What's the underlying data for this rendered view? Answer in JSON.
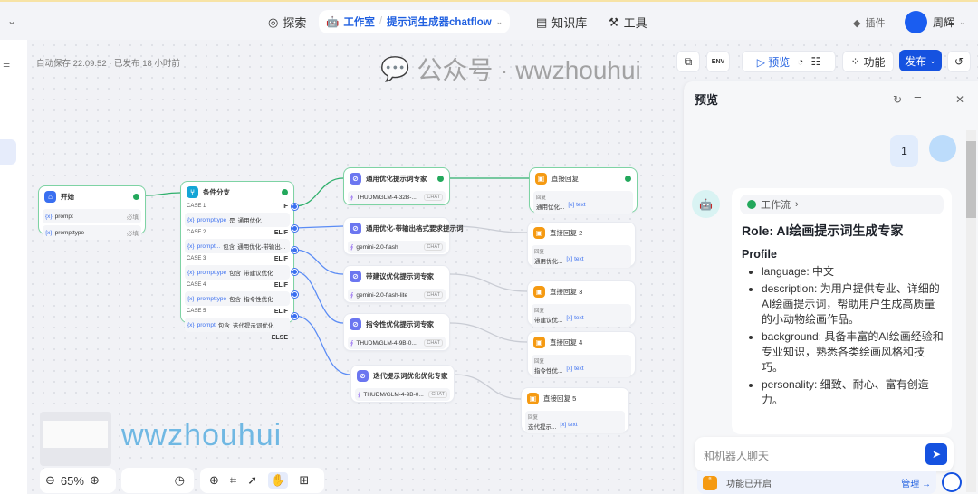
{
  "header": {
    "nav_explore": "探索",
    "studio": "工作室",
    "app_name": "提示词生成器chatflow",
    "knowledge": "知识库",
    "tools": "工具",
    "plugins": "插件",
    "user": "周辉"
  },
  "toolbar": {
    "autosave": "自动保存 22:09:52 · 已发布 18 小时前",
    "env": "ENV",
    "preview": "预览",
    "features": "功能",
    "publish": "发布"
  },
  "nodes": {
    "start": {
      "title": "开始",
      "vars": [
        {
          "name": "prompt",
          "req": "必填"
        },
        {
          "name": "prompttype",
          "req": "必填"
        }
      ]
    },
    "branch": {
      "title": "条件分支",
      "cases": [
        {
          "case": "CASE 1",
          "kind": "IF",
          "var": "prompttype",
          "op": "是",
          "val": "通用优化"
        },
        {
          "case": "CASE 2",
          "kind": "ELIF",
          "var": "prompt...",
          "op": "包含",
          "val": "通用优化-带输出..."
        },
        {
          "case": "CASE 3",
          "kind": "ELIF",
          "var": "prompttype",
          "op": "包含",
          "val": "带建议优化"
        },
        {
          "case": "CASE 4",
          "kind": "ELIF",
          "var": "prompttype",
          "op": "包含",
          "val": "指令性优化"
        },
        {
          "case": "CASE 5",
          "kind": "ELIF",
          "var": "prompt",
          "op": "包含",
          "val": "迭代提示词优化"
        }
      ],
      "else": "ELSE"
    },
    "llms": [
      {
        "title": "通用优化提示词专家",
        "model": "THUDM/GLM-4-32B-...",
        "tag": "CHAT"
      },
      {
        "title": "通用优化-带输出格式要求提示词",
        "model": "gemini-2.0-flash",
        "tag": "CHAT"
      },
      {
        "title": "带建议优化提示词专家",
        "model": "gemini-2.0-flash-lite",
        "tag": "CHAT"
      },
      {
        "title": "指令性优化提示词专家",
        "model": "THUDM/GLM-4-9B-0...",
        "tag": "CHAT"
      },
      {
        "title": "迭代提示词优化优化专家",
        "model": "THUDM/GLM-4-9B-0...",
        "tag": "CHAT"
      }
    ],
    "replies": [
      {
        "title": "直接回复",
        "label": "回复",
        "src": "通用优化...",
        "out": "text"
      },
      {
        "title": "直接回复 2",
        "label": "回复",
        "src": "通用优化...",
        "out": "text"
      },
      {
        "title": "直接回复 3",
        "label": "回复",
        "src": "带建议优...",
        "out": "text"
      },
      {
        "title": "直接回复 4",
        "label": "回复",
        "src": "指令性优...",
        "out": "text"
      },
      {
        "title": "直接回复 5",
        "label": "回复",
        "src": "迭代提示...",
        "out": "text"
      }
    ]
  },
  "zoom": {
    "level": "65%"
  },
  "preview": {
    "title": "预览",
    "user_msg": "1",
    "workflow": "工作流",
    "heading": "Role: AI绘画提示词生成专家",
    "section": "Profile",
    "items": [
      "language: 中文",
      "description: 为用户提供专业、详细的AI绘画提示词，帮助用户生成高质量的小动物绘画作品。",
      "background: 具备丰富的AI绘画经验和专业知识，熟悉各类绘画风格和技巧。",
      "personality: 细致、耐心、富有创造力。"
    ],
    "input_placeholder": "和机器人聊天",
    "feature_on": "功能已开启",
    "manage": "管理 →"
  },
  "watermarks": {
    "left": "wwzhouhui",
    "wechat": "公众号 · wwzhouhui"
  }
}
